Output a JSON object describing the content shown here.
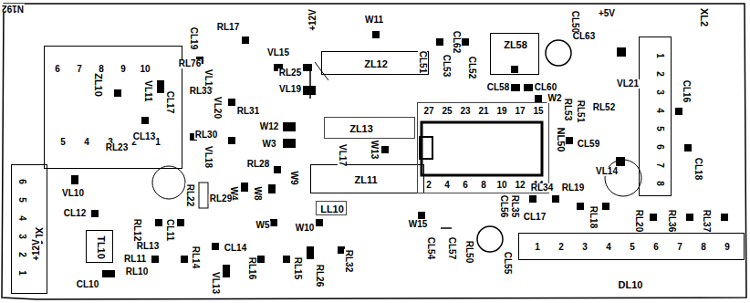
{
  "diagram": {
    "nodes": [
      {
        "text": [
          "ZL10",
          "6",
          "7",
          "8",
          "9",
          "10",
          "5",
          "4",
          "3",
          "2",
          "1"
        ]
      },
      {
        "text": [
          "ZL12"
        ]
      },
      {
        "text": [
          "ZL13"
        ]
      },
      {
        "text": [
          "ZL11"
        ]
      },
      {
        "text": [
          "ZL58"
        ]
      },
      {
        "text": [
          "NL50",
          "27",
          "25",
          "23",
          "21",
          "19",
          "17",
          "15",
          "2",
          "4",
          "6",
          "8",
          "10",
          "12",
          "14"
        ]
      },
      {
        "text": [
          "DL10",
          "1",
          "2",
          "3",
          "4",
          "5",
          "6",
          "7",
          "8",
          "9"
        ]
      },
      {
        "text": [
          "XL1",
          "6",
          "5",
          "4",
          "3",
          "2",
          "1"
        ]
      },
      {
        "text": [
          "XL2",
          "1",
          "2",
          "3",
          "4",
          "5",
          "6",
          "7",
          "8"
        ]
      },
      {
        "text": [
          "TL10"
        ]
      },
      {
        "text": [
          "LL10"
        ]
      }
    ],
    "labels": [
      "N192",
      "RL76",
      "CL19",
      "RL17",
      "VL15",
      "+12V",
      "W11",
      "CL51",
      "CL53",
      "CL62",
      "CL52",
      "CL50",
      "CL63",
      "+5V",
      "VL21",
      "CL58",
      "CL60",
      "W2",
      "RL53",
      "RL51",
      "RL52",
      "CL16",
      "CL59",
      "VL14",
      "CL18",
      "RL25",
      "VL19",
      "VL16",
      "VL11",
      "CL17",
      "CL13",
      "RL23",
      "RL33",
      "VL20",
      "RL31",
      "RL30",
      "VL18",
      "W12",
      "W3",
      "VL17",
      "W13",
      "RL28",
      "W4",
      "W8",
      "W9",
      "VL10",
      "CL12",
      "RL22",
      "RL29",
      "RL12",
      "RL13",
      "CL11",
      "RL14",
      "RL11",
      "RL10",
      "CL10",
      "W5",
      "W10",
      "W15",
      "CL14",
      "RL16",
      "RL15",
      "RL26",
      "RL32",
      "VL13",
      "CL54",
      "CL57",
      "RL50",
      "CL55",
      "CL56",
      "RL35",
      "CL17",
      "RL34",
      "RL19",
      "RL18",
      "RL20",
      "RL36",
      "RL37",
      "+12V"
    ]
  }
}
